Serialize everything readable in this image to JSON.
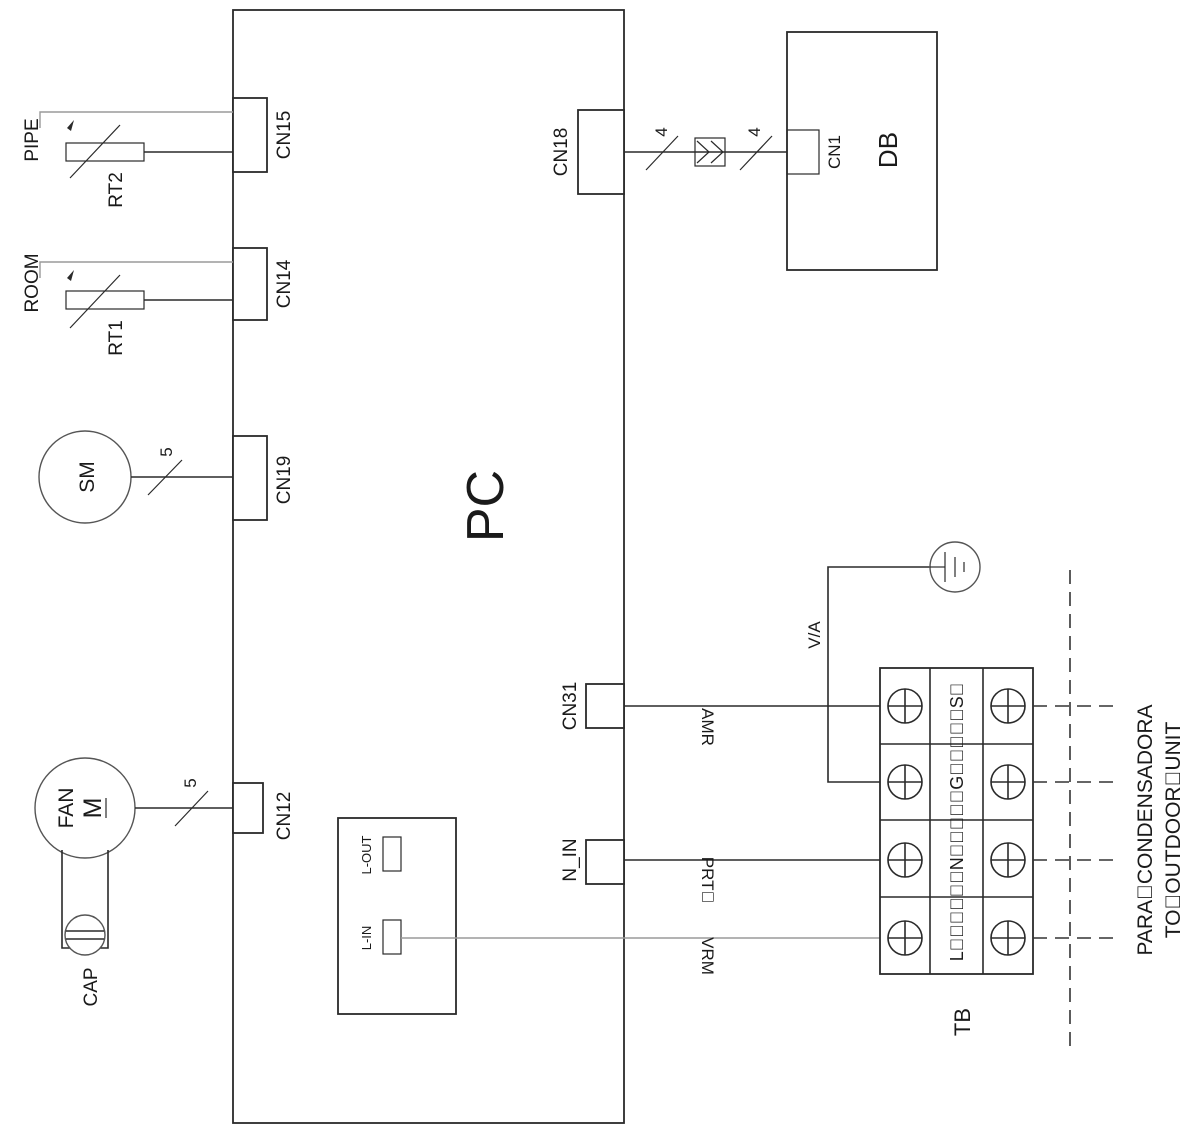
{
  "main_board": {
    "label": "PC"
  },
  "display_board": {
    "label": "DB",
    "connector": "CN1",
    "wire_count": "4"
  },
  "connectors": {
    "cn15": "CN15",
    "cn14": "CN14",
    "cn19": "CN19",
    "cn12": "CN12",
    "cn18": "CN18",
    "cn31": "CN31",
    "n_in": "N_IN"
  },
  "sensors": {
    "pipe": {
      "label": "PIPE",
      "id": "RT2"
    },
    "room": {
      "label": "ROOM",
      "id": "RT1"
    }
  },
  "swing_motor": {
    "label": "SM",
    "wire_count": "5"
  },
  "fan_motor": {
    "label_top": "FAN",
    "label_motor": "M",
    "wire_count": "5",
    "capacitor": "CAP"
  },
  "cn18_wire_count": "4",
  "relay": {
    "l_out": "L-OUT",
    "l_in": "L-IN"
  },
  "wires": {
    "amr": "AMR",
    "prt": "PRT\u0000",
    "vrm": "VRM",
    "va": "V/A"
  },
  "terminal_block": {
    "label": "TB",
    "terminals": "L\u0000\u0000\u0000\u0000\u0000\u0000N\u0000\u0000\u0000\u0000\u0000G\u0000\u0000\u0000\u0000\u0000S\u0000"
  },
  "outdoor": {
    "line1": "PARA\u0000CONDENSADORA",
    "line2": "TO\u0000OUTDOOR\u0000UNIT"
  }
}
